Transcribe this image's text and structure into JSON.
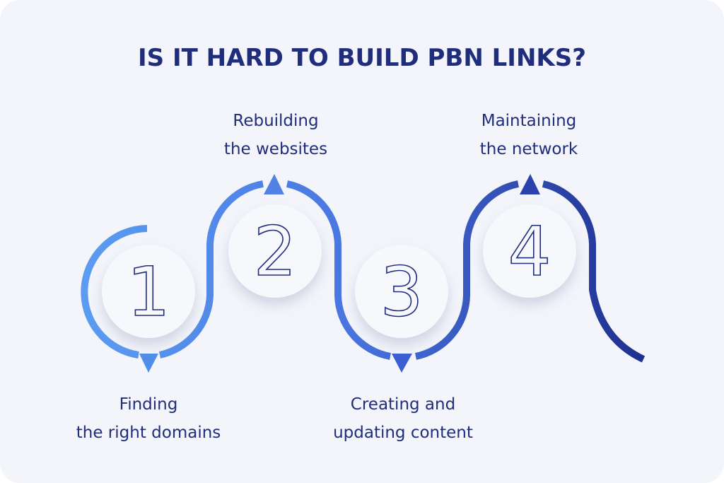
{
  "title": "IS IT HARD TO BUILD PBN LINKS?",
  "colors": {
    "background": "#f3f5fb",
    "text": "#1f2d7b",
    "gradient_start": "#5a9af0",
    "gradient_end": "#1f2f8f",
    "circle_fill": "#f7f8fc"
  },
  "steps": [
    {
      "number": "1",
      "line1": "Finding",
      "line2": "the right domains"
    },
    {
      "number": "2",
      "line1": "Rebuilding",
      "line2": "the websites"
    },
    {
      "number": "3",
      "line1": "Creating and",
      "line2": "updating content"
    },
    {
      "number": "4",
      "line1": "Maintaining",
      "line2": "the network"
    }
  ]
}
